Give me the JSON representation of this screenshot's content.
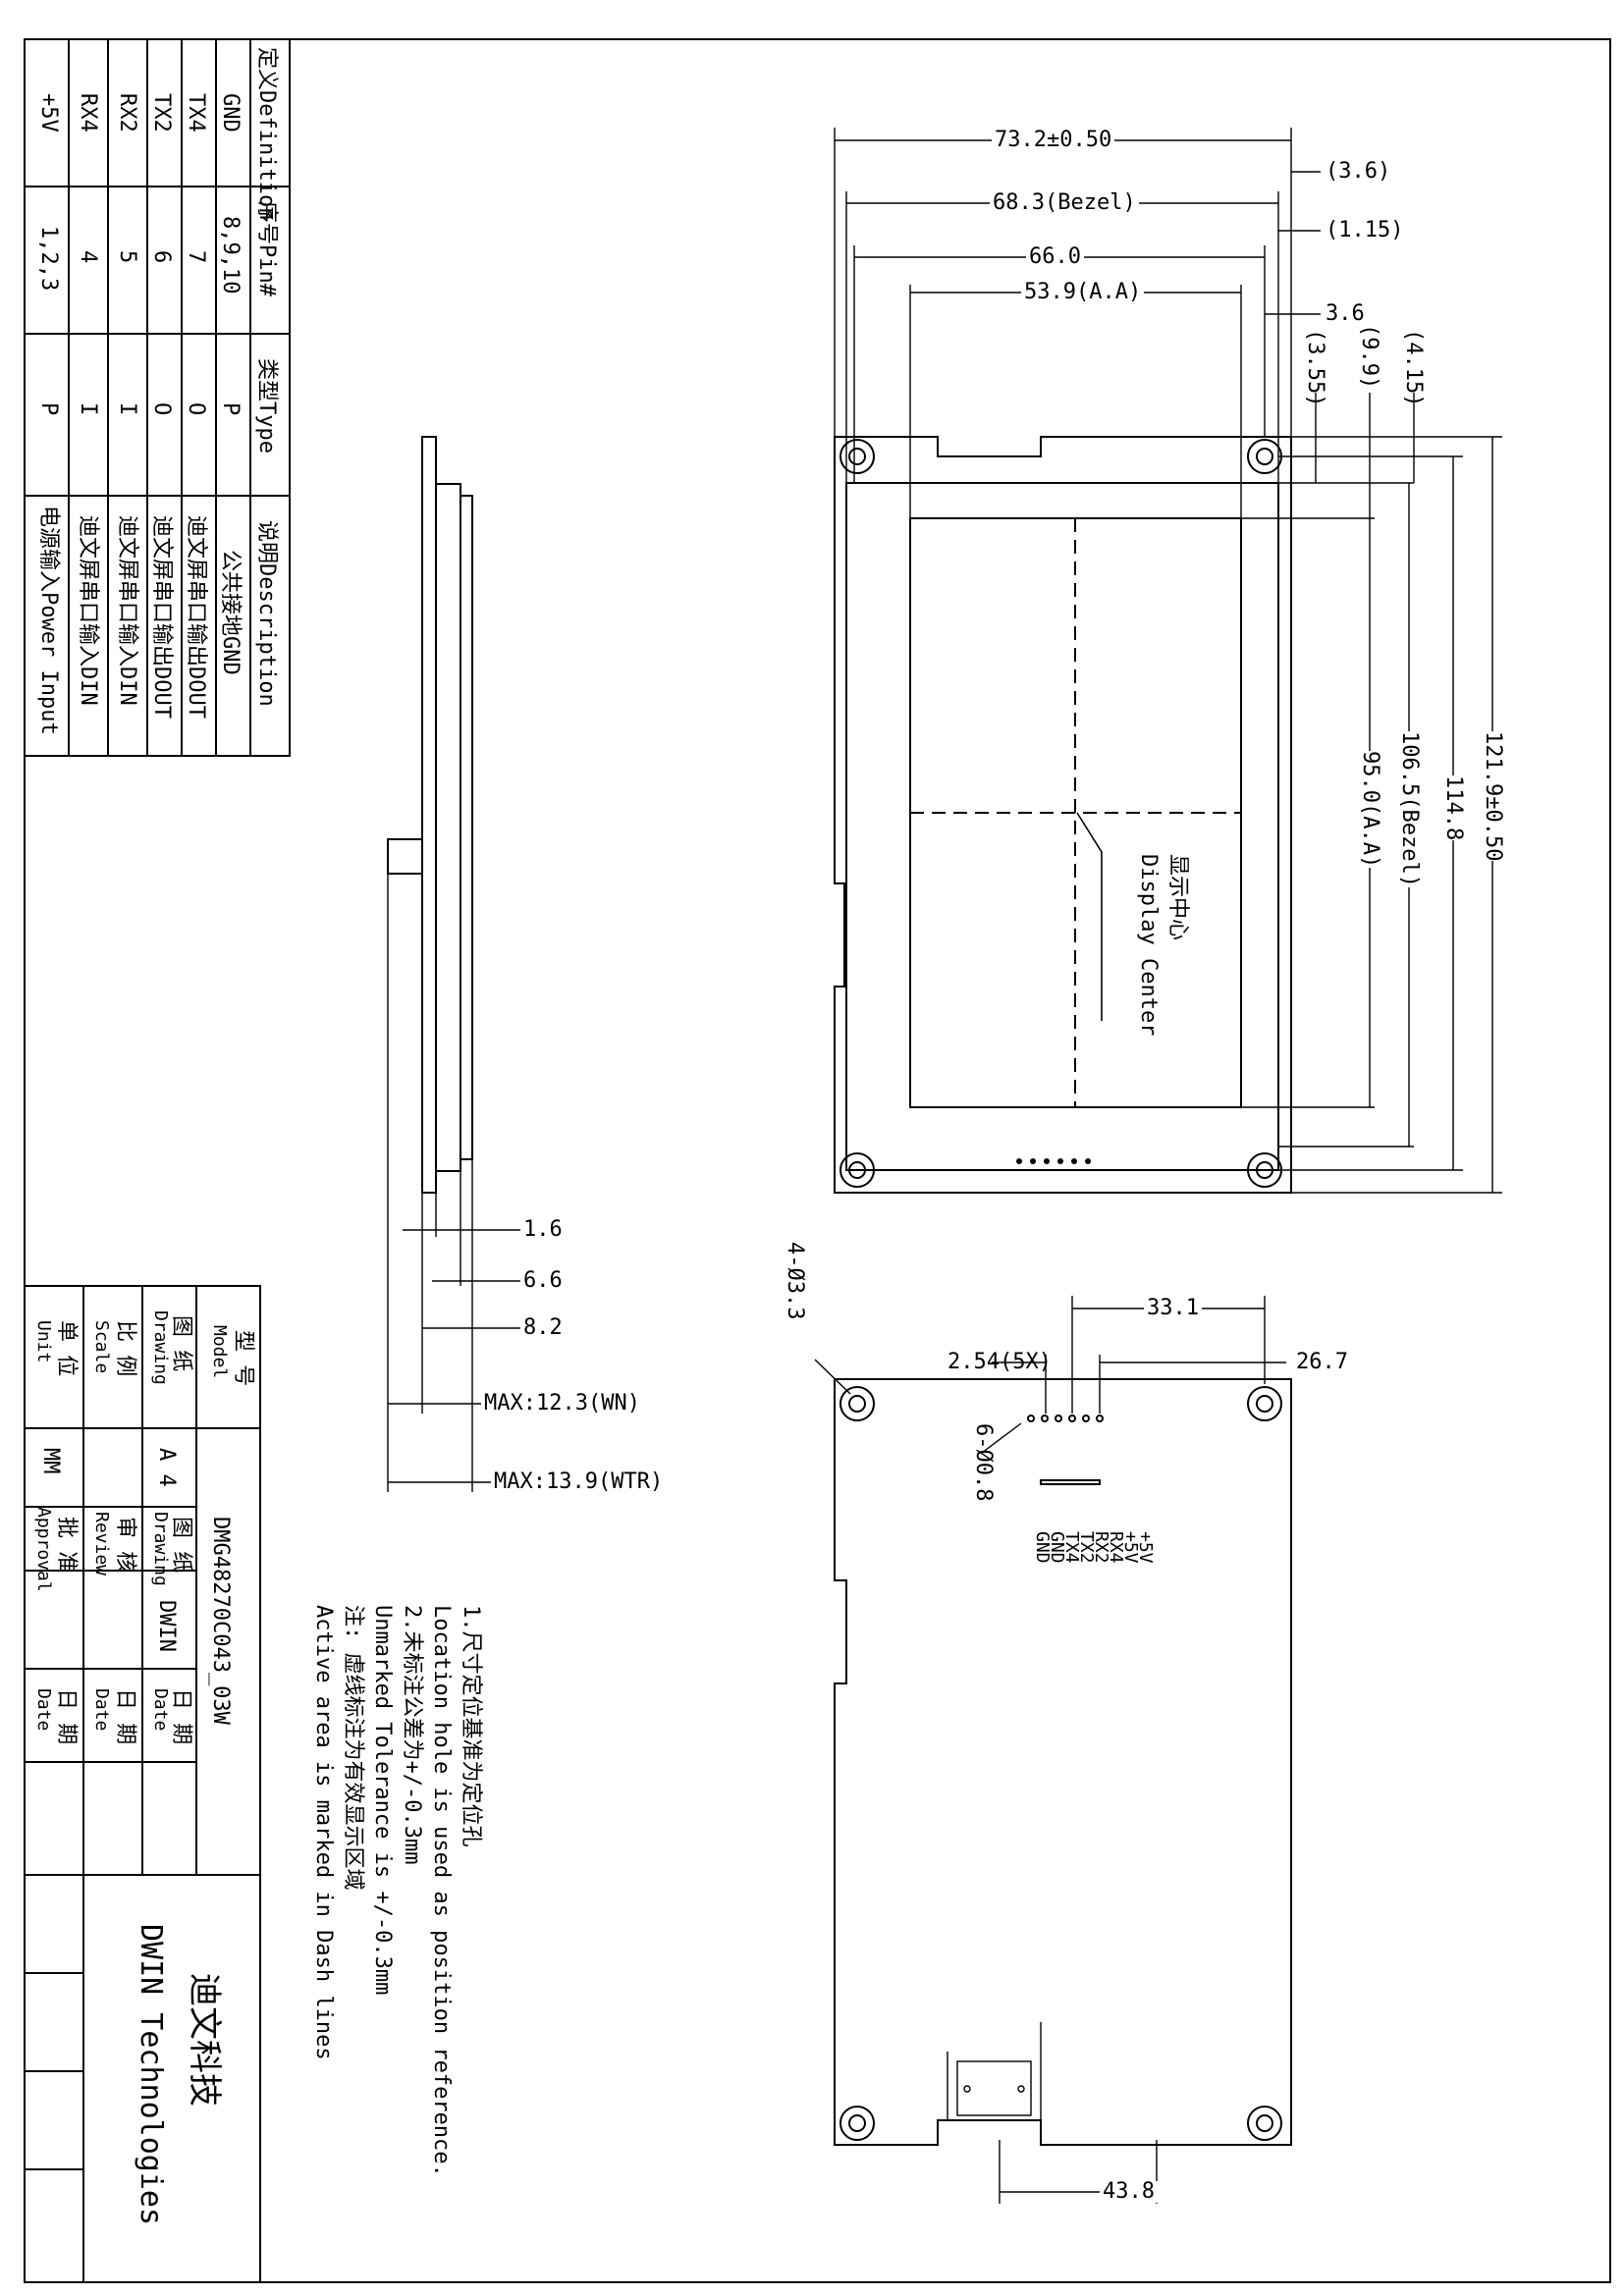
{
  "pin_table": {
    "headers": [
      "定义Definition",
      "序号Pin#",
      "类型Type",
      "说明Description"
    ],
    "rows": [
      {
        "def": "GND",
        "pin": "8,9,10",
        "type": "P",
        "desc": "公共接地GND"
      },
      {
        "def": "TX4",
        "pin": "7",
        "type": "O",
        "desc": "迪文屏串口输出DOUT"
      },
      {
        "def": "TX2",
        "pin": "6",
        "type": "O",
        "desc": "迪文屏串口输出DOUT"
      },
      {
        "def": "RX2",
        "pin": "5",
        "type": "I",
        "desc": "迪文屏串口输入DIN"
      },
      {
        "def": "RX4",
        "pin": "4",
        "type": "I",
        "desc": "迪文屏串口输入DIN"
      },
      {
        "def": "+5V",
        "pin": "1,2,3",
        "type": "P",
        "desc": "电源输入Power Input"
      }
    ]
  },
  "title_block": {
    "model_label": "型 号",
    "model_label_en": "Model",
    "model_value": "DMG48270C043_03W",
    "drawing_label": "图 纸",
    "drawing_label_en": "Drawing",
    "drawing_value": "A 4",
    "scale_label": "比 例",
    "scale_label_en": "Scale",
    "unit_label": "单 位",
    "unit_label_en": "Unit",
    "unit_value": "MM",
    "drawing2_label": "图 纸",
    "drawing2_label_en": "Drawing",
    "drawing2_value": "DWIN",
    "review_label": "审 核",
    "review_label_en": "Review",
    "approval_label": "批 准",
    "approval_label_en": "Approval",
    "date_label": "日 期",
    "date_label_en": "Date",
    "company_cn": "迪文科技",
    "company_en": "DWIN Technologies"
  },
  "notes": [
    "1.尺寸定位基准为定位孔",
    "Location hole is used as position reference.",
    "2.未标注公差为+/-0.3mm",
    "Unmarked Tolerance is +/-0.3mm",
    "注: 虚线标注为有效显示区域",
    "Active area is marked in Dash lines"
  ],
  "front_view": {
    "dims_top": [
      "73.2±0.50",
      "68.3(Bezel)",
      "66.0",
      "53.9(A.A)"
    ],
    "dims_side_small": [
      "(3.6)",
      "(1.15)",
      "3.6"
    ],
    "dims_vertical": [
      "(3.55)",
      "(9.9)",
      "(4.15)",
      "95.0(A.A)",
      "106.5(Bezel)",
      "114.8",
      "121.9±0.50"
    ],
    "center_label_cn": "显示中心",
    "center_label_en": "Display Center"
  },
  "side_view": {
    "dims": [
      "1.6",
      "6.6",
      "8.2",
      "MAX:12.3(WN)",
      "MAX:13.9(WTR)"
    ]
  },
  "back_view": {
    "holes_label": "4-Ø3.3",
    "pin_holes_label": "6-Ø0.8",
    "dims": [
      "33.1",
      "2.54(5X)",
      "26.7",
      "43.8"
    ],
    "pin_labels": [
      "+5V",
      "+5V",
      "RX4",
      "RX2",
      "TX2",
      "TX4",
      "GND",
      "GND"
    ]
  }
}
